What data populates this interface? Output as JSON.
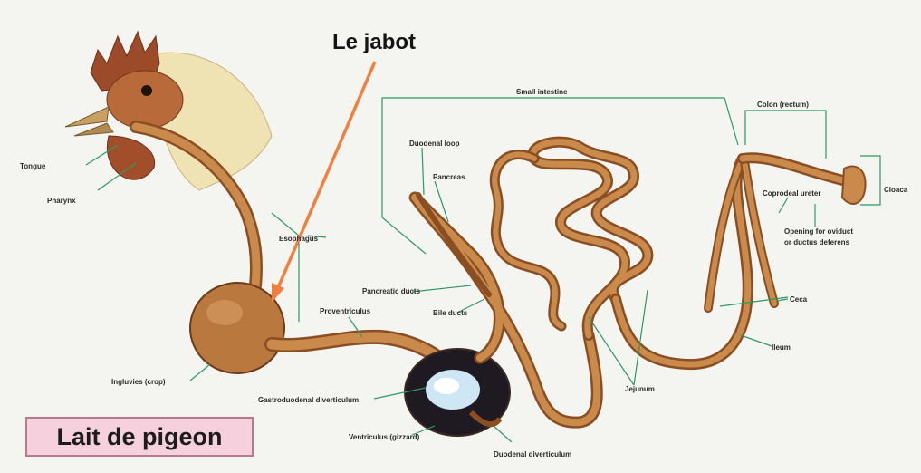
{
  "title": "Le jabot",
  "caption": "Lait de pigeon",
  "labels": {
    "tongue": "Tongue",
    "pharynx": "Pharynx",
    "esophagus": "Esophagus",
    "crop": "Ingluvies (crop)",
    "proventriculus": "Proventriculus",
    "gastrodermal": "Gastroduodenal diverticulum",
    "ventriculus": "Ventriculus (gizzard)",
    "duodenal_divert": "Duodenal diverticulum",
    "duodenal_loop": "Duodenal loop",
    "pancreas": "Pancreas",
    "pancreatic_ducts": "Pancreatic ducts",
    "bile_ducts": "Bile ducts",
    "small_intestine": "Small intestine",
    "jejunum": "Jejunum",
    "ileum": "Ileum",
    "ceca": "Ceca",
    "colon_rectum": "Colon (rectum)",
    "cloaca": "Cloaca",
    "coprodeal_ureter": "Coprodeal ureter",
    "opening_oviduct": "Opening for oviduct",
    "ductus_deferens": "or ductus deferens"
  },
  "colors": {
    "organ": "#c98a4b",
    "organ_dark": "#8a4e22",
    "arrow": "#f08040",
    "leader": "#2e9a62",
    "caption_bg": "#f6d0dc"
  },
  "icons": [
    "rooster-head-illustration",
    "digestive-tract-illustration"
  ]
}
